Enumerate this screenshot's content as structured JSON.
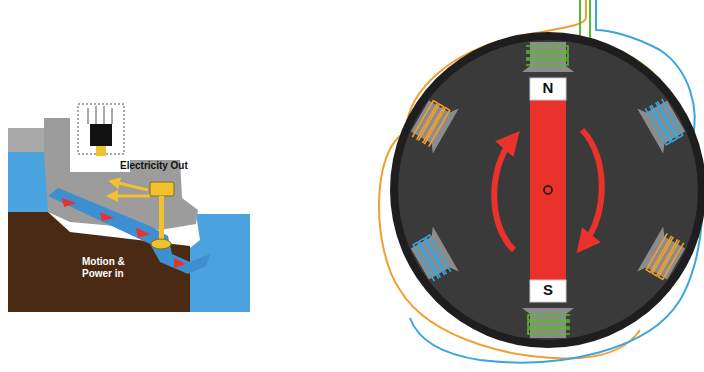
{
  "diagram": {
    "labels": [
      "Electricity Out",
      "Motion & Power in",
      "N",
      "S"
    ]
  }
}
